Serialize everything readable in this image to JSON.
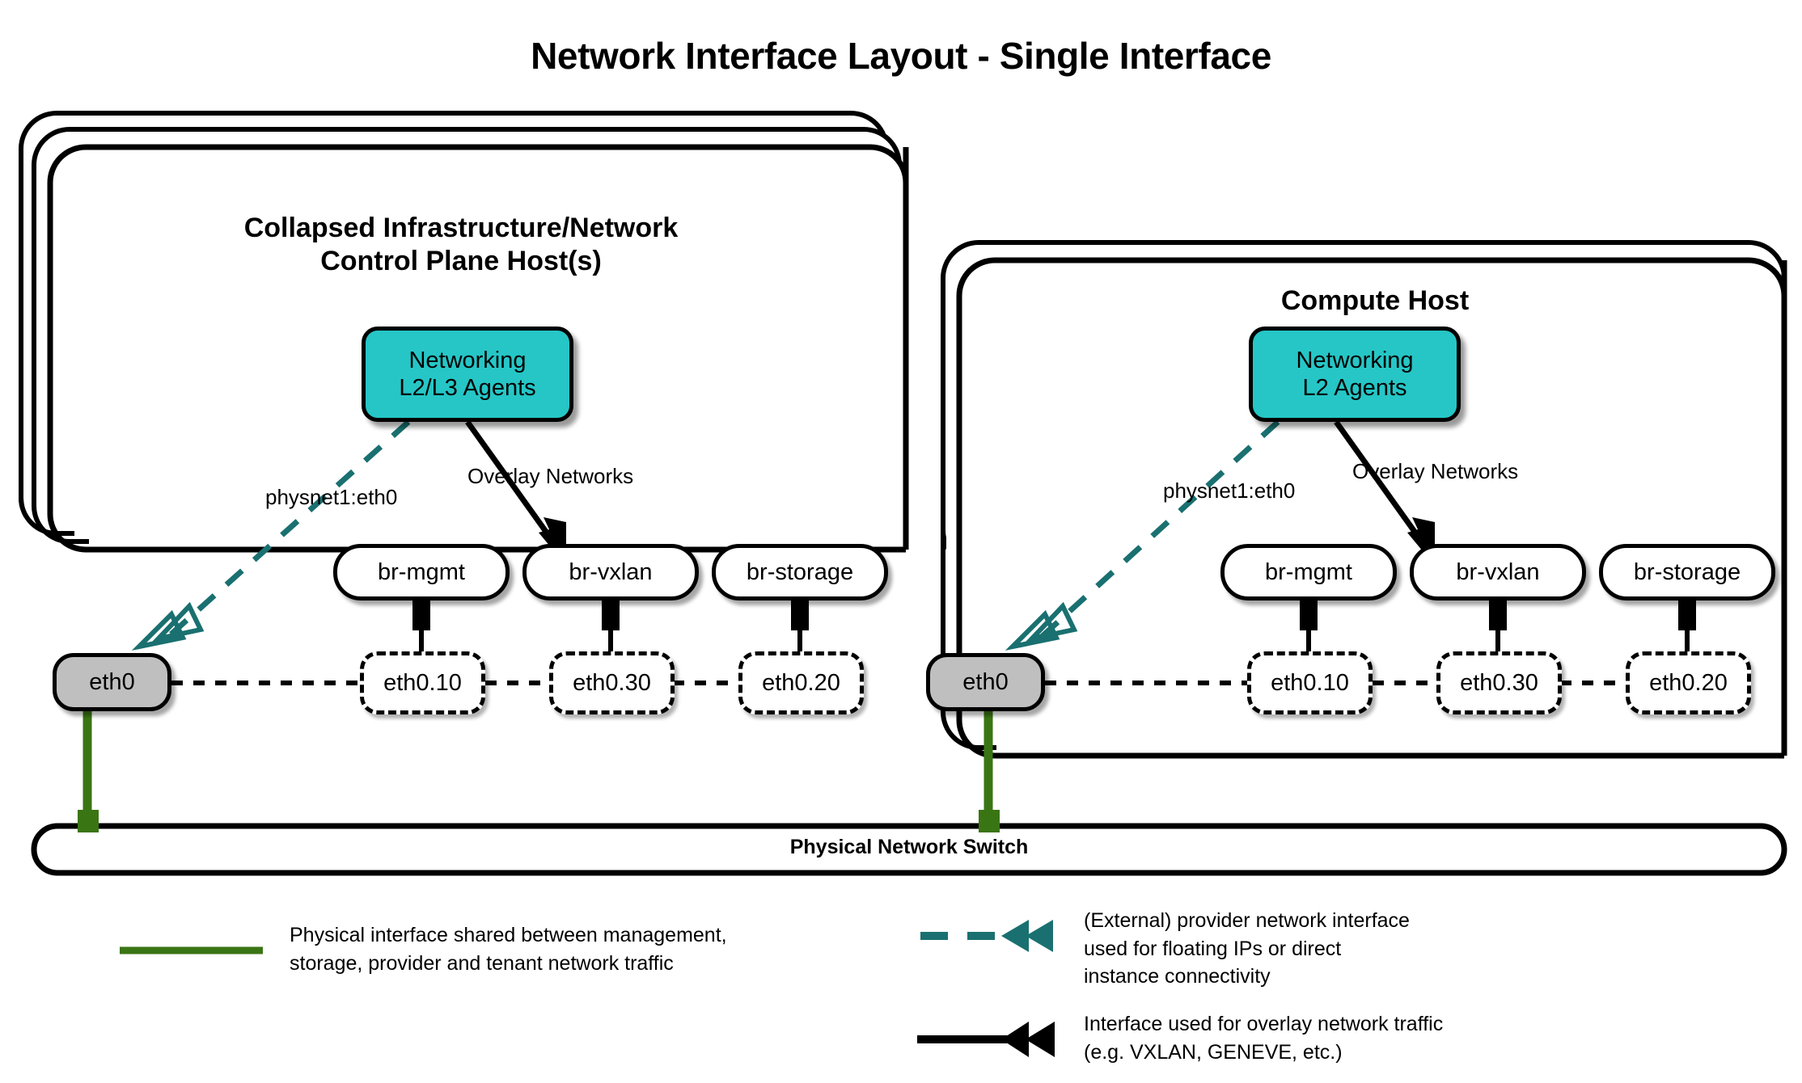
{
  "title": "Network Interface Layout - Single Interface",
  "colors": {
    "agent_fill": "#26c6c6",
    "nic_fill": "#bfbfbf",
    "provider_teal": "#1a7070",
    "physical_green": "#3a7514",
    "stroke_black": "#000000",
    "background": "#ffffff"
  },
  "hosts": [
    {
      "id": "control-plane",
      "title": "Collapsed Infrastructure/Network\nControl Plane Host(s)",
      "title_line1": "Collapsed Infrastructure/Network",
      "title_line2": "Control Plane Host(s)",
      "stack_layers": 3,
      "agent": {
        "label": "Networking\nL2/L3 Agents",
        "line1": "Networking",
        "line2": "L2/L3 Agents"
      },
      "provider_edge_label": "physnet1:eth0",
      "overlay_edge_label": "Overlay Networks",
      "bridges": [
        {
          "label": "br-mgmt",
          "vlan": "eth0.10"
        },
        {
          "label": "br-vxlan",
          "vlan": "eth0.30"
        },
        {
          "label": "br-storage",
          "vlan": "eth0.20"
        }
      ],
      "nic": "eth0"
    },
    {
      "id": "compute",
      "title": "Compute Host",
      "title_line1": "Compute Host",
      "title_line2": "",
      "stack_layers": 2,
      "agent": {
        "label": "Networking\nL2 Agents",
        "line1": "Networking",
        "line2": "L2 Agents"
      },
      "provider_edge_label": "physnet1:eth0",
      "overlay_edge_label": "Overlay Networks",
      "bridges": [
        {
          "label": "br-mgmt",
          "vlan": "eth0.10"
        },
        {
          "label": "br-vxlan",
          "vlan": "eth0.30"
        },
        {
          "label": "br-storage",
          "vlan": "eth0.20"
        }
      ],
      "nic": "eth0"
    }
  ],
  "switch": {
    "label": "Physical Network Switch"
  },
  "legend": [
    {
      "id": "physical-interface",
      "marker": "solid-green-line",
      "text": "Physical interface shared between management,\nstorage, provider and tenant network traffic"
    },
    {
      "id": "provider-interface",
      "marker": "dashed-teal-double-arrow",
      "text": "(External) provider network interface\nused for floating IPs or direct\ninstance connectivity"
    },
    {
      "id": "overlay-interface",
      "marker": "solid-black-double-arrow",
      "text": "Interface used for overlay network traffic\n(e.g. VXLAN, GENEVE, etc.)"
    }
  ]
}
